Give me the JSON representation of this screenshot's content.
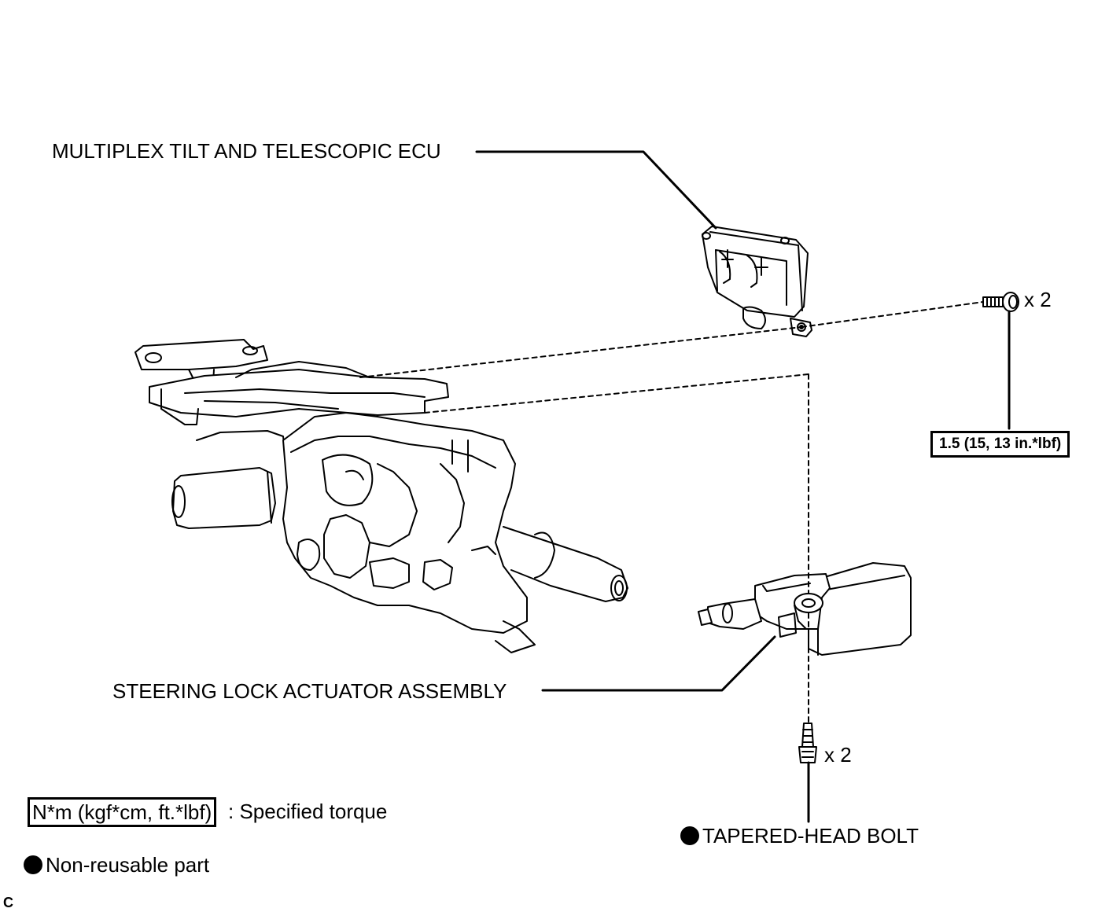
{
  "labels": {
    "ecu": "MULTIPLEX TILT AND TELESCOPIC ECU",
    "actuator": "STEERING LOCK ACTUATOR ASSEMBLY",
    "tapered_bolt": "TAPERED-HEAD BOLT",
    "ecu_bolt_qty": "x 2",
    "tapered_bolt_qty": "x 2",
    "torque_value": "1.5 (15, 13 in.*lbf)"
  },
  "legend": {
    "torque_unit": "N*m (kgf*cm, ft.*lbf)",
    "torque_desc": ": Specified torque",
    "non_reusable": "Non-reusable part"
  },
  "corner_code": "C",
  "colors": {
    "ink": "#000000",
    "background": "#ffffff"
  }
}
